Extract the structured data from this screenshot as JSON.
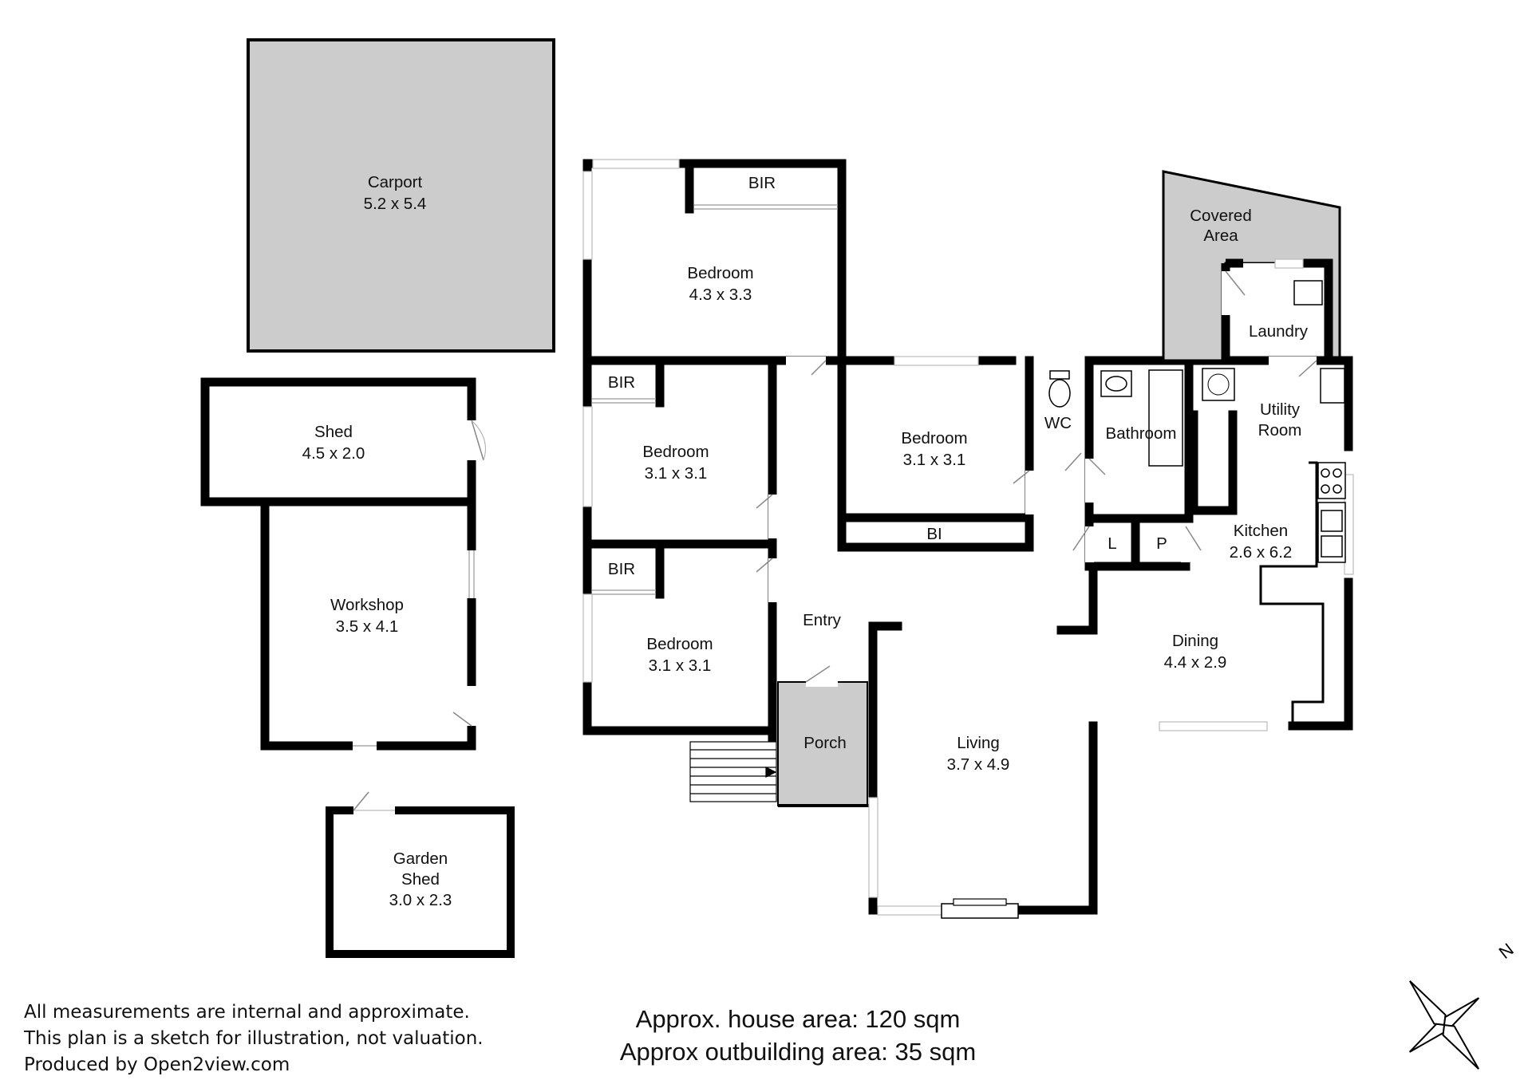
{
  "rooms": {
    "carport": {
      "name": "Carport",
      "dims": "5.2 x 5.4"
    },
    "shed": {
      "name": "Shed",
      "dims": "4.5 x 2.0"
    },
    "workshop": {
      "name": "Workshop",
      "dims": "3.5 x 4.1"
    },
    "garden_shed": {
      "name_line1": "Garden",
      "name_line2": "Shed",
      "dims": "3.0 x 2.3"
    },
    "bedroom1": {
      "name": "Bedroom",
      "dims": "4.3 x 3.3"
    },
    "bedroom2": {
      "name": "Bedroom",
      "dims": "3.1 x 3.1"
    },
    "bedroom3": {
      "name": "Bedroom",
      "dims": "3.1 x 3.1"
    },
    "bedroom4": {
      "name": "Bedroom",
      "dims": "3.1 x 3.1"
    },
    "bir1": "BIR",
    "bir2": "BIR",
    "bir3": "BIR",
    "bi": "BI",
    "wc": "WC",
    "bathroom": "Bathroom",
    "covered_area": {
      "line1": "Covered",
      "line2": "Area"
    },
    "laundry": "Laundry",
    "utility": {
      "line1": "Utility",
      "line2": "Room"
    },
    "kitchen": {
      "name": "Kitchen",
      "dims": "2.6 x 6.2"
    },
    "linen": "L",
    "pantry": "P",
    "entry": "Entry",
    "porch": "Porch",
    "dining": {
      "name": "Dining",
      "dims": "4.4 x 2.9"
    },
    "living": {
      "name": "Living",
      "dims": "3.7 x 4.9"
    }
  },
  "notes": {
    "line1": "All measurements are internal and approximate.",
    "line2": "This plan is a sketch for illustration, not valuation.",
    "line3": "Produced by Open2view.com"
  },
  "areas": {
    "house": "Approx. house area: 120 sqm",
    "outbuilding": "Approx outbuilding area: 35 sqm"
  },
  "compass": {
    "label": "N"
  },
  "colors": {
    "wall": "#000000",
    "fill_grey": "#cccccc",
    "window": "#cfcfcf"
  }
}
